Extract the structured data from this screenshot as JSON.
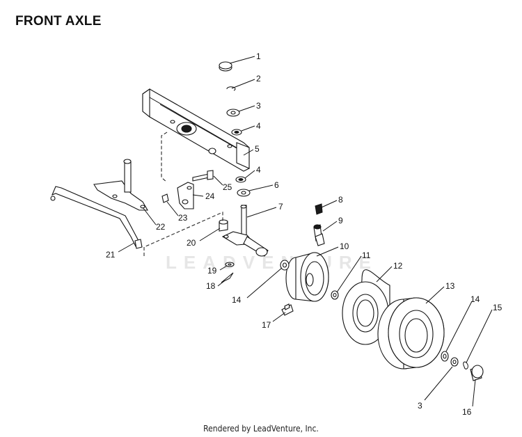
{
  "title": "FRONT AXLE",
  "footer": "Rendered by LeadVenture, Inc.",
  "watermark": "LEADVENTURE",
  "callouts": [
    "1",
    "2",
    "3",
    "4",
    "5",
    "4",
    "6",
    "7",
    "8",
    "9",
    "10",
    "11",
    "12",
    "13",
    "14",
    "15",
    "16",
    "3",
    "17",
    "14",
    "18",
    "19",
    "20",
    "21",
    "22",
    "23",
    "24",
    "25"
  ]
}
